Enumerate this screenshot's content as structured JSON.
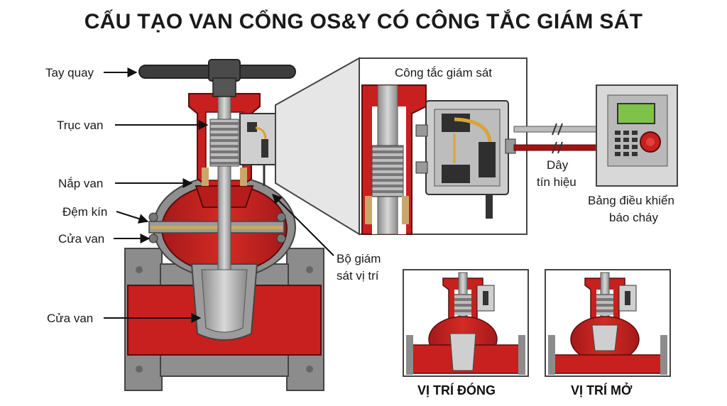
{
  "title": "CẤU TẠO VAN CỔNG OS&Y CÓ CÔNG TẮC GIÁM SÁT",
  "labels": {
    "handwheel": "Tay quay",
    "stem": "Trục van",
    "bonnet": "Nắp van",
    "gasket": "Đệm kín",
    "gate_upper": "Cửa van",
    "gate_lower": "Cửa van",
    "position_monitor_line1": "Bộ giám",
    "position_monitor_line2": "sát vị trí",
    "supervisory_switch": "Công tắc giám sát",
    "signal_wire_line1": "Dây",
    "signal_wire_line2": "tín hiệu",
    "panel_line1": "Bảng điều khiển",
    "panel_line2": "báo cháy"
  },
  "positions": {
    "closed": "VỊ TRÍ ĐÓNG",
    "open": "VỊ TRÍ MỞ"
  },
  "colors": {
    "valve_red": "#c8201e",
    "valve_dark_red": "#8f1412",
    "steel_gray": "#9a9a9a",
    "panel_gray": "#d8d8d8",
    "lcd_green": "#7fc24a",
    "wire_red": "#a01414"
  }
}
